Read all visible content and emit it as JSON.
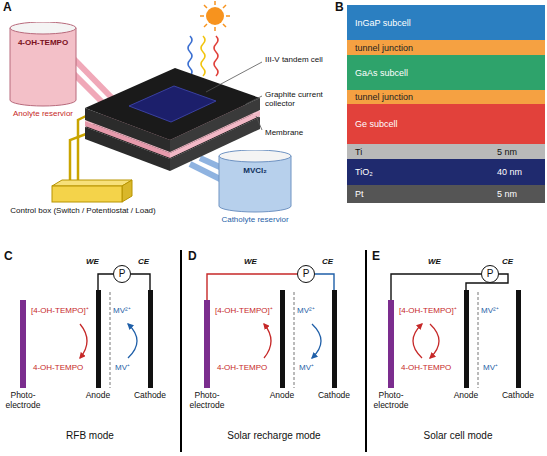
{
  "diagram": {
    "nodes": [
      {
        "text": [
          "4-OH-TEMPO",
          "Anolyte reservior"
        ]
      },
      {
        "text": [
          "Control box (Switch / Potentiostat / Load)"
        ]
      },
      {
        "text": [
          "MVCl₂",
          "Catholyte reservior"
        ]
      },
      {
        "text": [
          "InGaP subcell"
        ]
      },
      {
        "text": [
          "tunnel junction"
        ]
      },
      {
        "text": [
          "GaAs subcell"
        ]
      },
      {
        "text": [
          "tunnel junction"
        ]
      },
      {
        "text": [
          "Ge subcell"
        ]
      },
      {
        "text": [
          "Ti",
          "5 nm"
        ]
      },
      {
        "text": [
          "TiO₂",
          "40 nm"
        ]
      },
      {
        "text": [
          "Pt",
          "5 nm"
        ]
      },
      {
        "text": [
          "P"
        ]
      },
      {
        "text": [
          "Photo-electrode"
        ]
      },
      {
        "text": [
          "Anode"
        ]
      },
      {
        "text": [
          "Cathode"
        ]
      },
      {
        "text": [
          "P"
        ]
      },
      {
        "text": [
          "Photo-electrode"
        ]
      },
      {
        "text": [
          "Anode"
        ]
      },
      {
        "text": [
          "Cathode"
        ]
      },
      {
        "text": [
          "P"
        ]
      },
      {
        "text": [
          "Photo-electrode"
        ]
      },
      {
        "text": [
          "Anode"
        ]
      },
      {
        "text": [
          "Cathode"
        ]
      }
    ],
    "edges": [
      {
        "from": 11,
        "to": 13,
        "arrow": "none"
      },
      {
        "from": 11,
        "to": 14,
        "arrow": "none"
      },
      {
        "from": 15,
        "to": 16,
        "arrow": "none"
      },
      {
        "from": 15,
        "to": 18,
        "arrow": "none"
      },
      {
        "from": 19,
        "to": 20,
        "arrow": "none"
      },
      {
        "from": 19,
        "to": 21,
        "arrow": "none"
      }
    ],
    "labels": [
      "A",
      "III-V tandem cell",
      "Graphite current collector",
      "Membrane",
      "B",
      "C",
      "WE",
      "CE",
      "[4-OH-TEMPO]⁺",
      "4-OH-TEMPO",
      "MV²⁺",
      "MV⁺",
      "RFB mode",
      "D",
      "WE",
      "CE",
      "[4-OH-TEMPO]⁺",
      "4-OH-TEMPO",
      "MV²⁺",
      "MV⁺",
      "Solar recharge mode",
      "E",
      "WE",
      "CE",
      "[4-OH-TEMPO]⁺",
      "4-OH-TEMPO",
      "MV²⁺",
      "MV⁺",
      "Solar cell mode"
    ]
  }
}
